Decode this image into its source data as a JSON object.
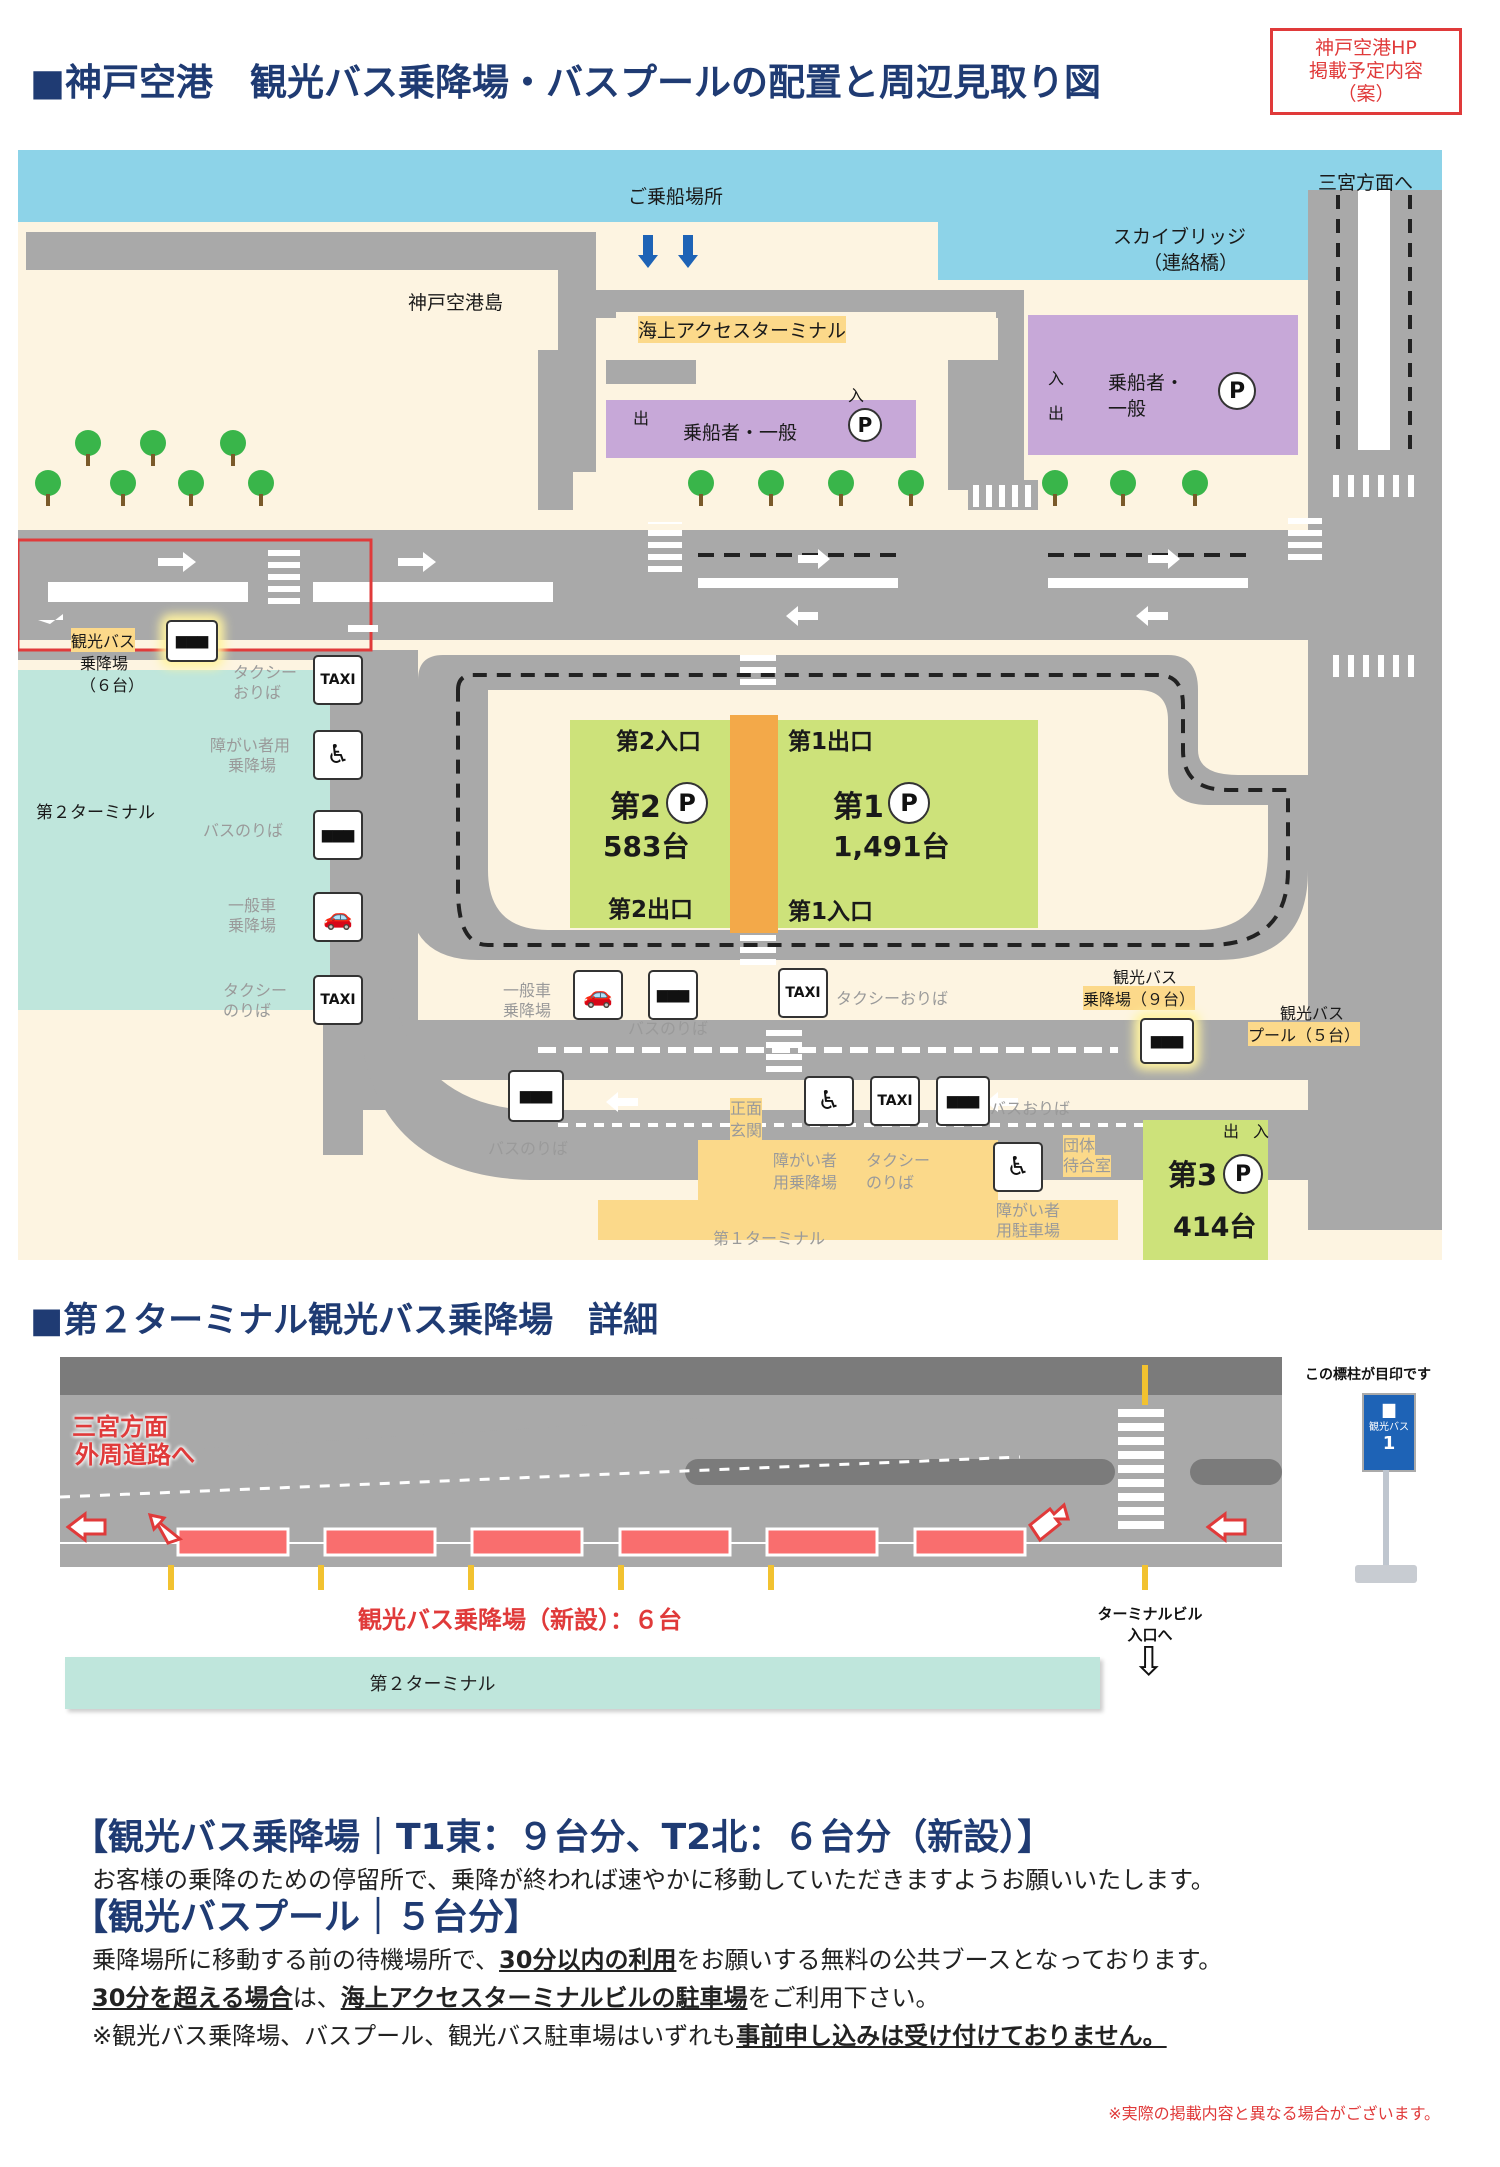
{
  "header": {
    "title": "■神戸空港　観光バス乗降場・バスプールの配置と周辺見取り図",
    "draft_notice": [
      "神戸空港HP",
      "掲載予定内容",
      "（案）"
    ]
  },
  "map": {
    "labels": {
      "boarding_place": "ご乗船場所",
      "sannomiya": "三宮方面へ",
      "sky_bridge_1": "スカイブリッジ",
      "sky_bridge_2": "（連絡橋）",
      "island": "神戸空港島",
      "marine_terminal": "海上アクセスターミナル",
      "lot_a": "乗船者・一般",
      "lot_b_1": "乗船者・",
      "lot_b_2": "一般",
      "entry": "入",
      "exit": "出",
      "tour_bus_t2_1": "観光バス",
      "tour_bus_t2_2": "乗降場",
      "tour_bus_t2_3": "（６台）",
      "terminal2": "第２ターミナル",
      "t2_taxi_drop_1": "タクシー",
      "t2_taxi_drop_2": "おりば",
      "t2_disabled_1": "障がい者用",
      "t2_disabled_2": "乗降場",
      "t2_bus_stop": "バスのりば",
      "t2_car_1": "一般車",
      "t2_car_2": "乗降場",
      "t2_taxi_pick_1": "タクシー",
      "t2_taxi_pick_2": "のりば",
      "p2_entry": "第2入口",
      "p1_exit": "第1出口",
      "p2_name": "第2",
      "p2_count": "583台",
      "p1_name": "第1",
      "p1_count": "1,491台",
      "p2_exit": "第2出口",
      "p1_entry": "第1入口",
      "c_car_1": "一般車",
      "c_car_2": "乗降場",
      "c_bus_stop": "バスのりば",
      "c_taxi_drop": "タクシーおりば",
      "tour_bus_t1_1": "観光バス",
      "tour_bus_t1_2": "乗降場（９台）",
      "bus_pool_1": "観光バス",
      "bus_pool_2": "プール（５台）",
      "bus_stop_bottom": "バスのりば",
      "main_entrance_1": "正面",
      "main_entrance_2": "玄関",
      "bus_drop": "バスおりば",
      "t1_disabled_1": "障がい者",
      "t1_disabled_2": "用乗降場",
      "t1_taxi_1": "タクシー",
      "t1_taxi_2": "のりば",
      "group_room_1": "団体",
      "group_room_2": "待合室",
      "disabled_parking_1": "障がい者",
      "disabled_parking_2": "用駐車場",
      "terminal1": "第１ターミナル",
      "p3_exit": "出",
      "p3_entry": "入",
      "p3_name": "第3",
      "p3_count": "414台",
      "parking_mark": "P",
      "taxi_mark": "TAXI"
    }
  },
  "detail": {
    "title": "■第２ターミナル観光バス乗降場　詳細",
    "sign_caption": "この標柱が目印です",
    "sign_text": "観光バス",
    "sign_number": "1",
    "to_sannomiya_1": "三宮方面",
    "to_sannomiya_2": "外周道路へ",
    "new_stop": "観光バス乗降場（新設）：６台",
    "to_terminal_1": "ターミナルビル",
    "to_terminal_2": "入口へ",
    "terminal2": "第２ターミナル"
  },
  "info": {
    "h1": "【観光バス乗降場｜T1東：９台分、T2北：６台分（新設）】",
    "p1": "お客様の乗降のための停留所で、乗降が終われば速やかに移動していただきますようお願いいたします。",
    "h2": "【観光バスプール｜５台分】",
    "p2_a": "乗降場所に移動する前の待機場所で、",
    "p2_b": "30分以内の利用",
    "p2_c": "をお願いする無料の公共ブースとなっております。",
    "p3_a": "30分を超える場合",
    "p3_b": "は、",
    "p3_c": "海上アクセスターミナルビルの駐車場",
    "p3_d": "をご利用下さい。",
    "p4_a": "※観光バス乗降場、バスプール、観光バス駐車場はいずれも",
    "p4_b": "事前申し込みは受け付けておりません。",
    "note": "※実際の掲載内容と異なる場合がございます。"
  }
}
